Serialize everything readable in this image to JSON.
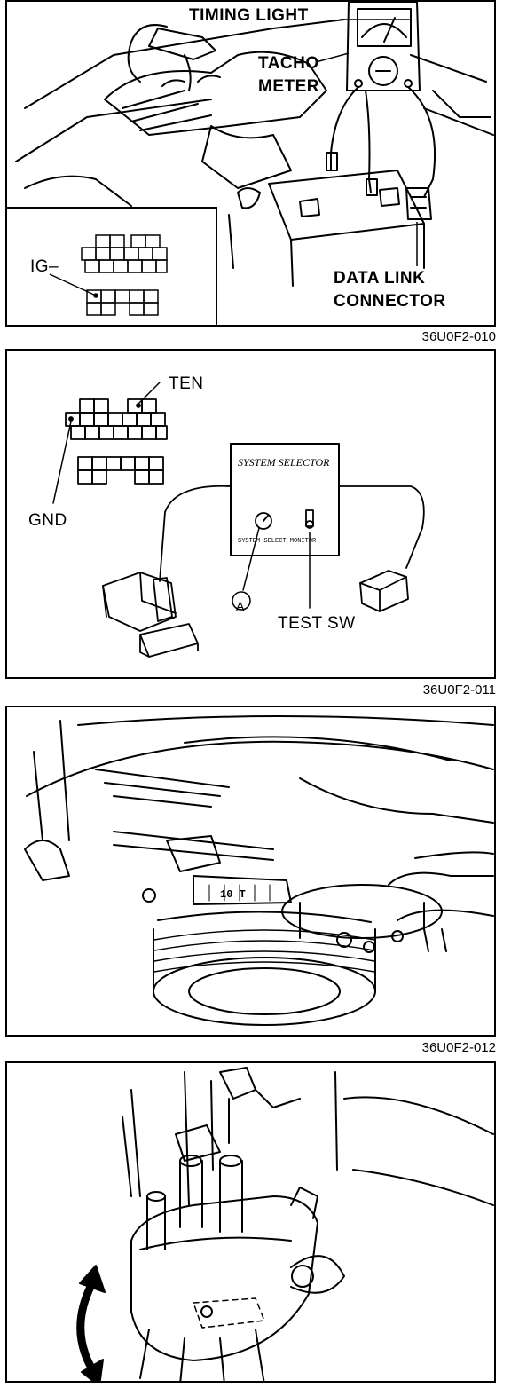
{
  "figures": [
    {
      "code": "36U0F2-010",
      "labels": {
        "timing_light": "TIMING LIGHT",
        "tacho_line1": "TACHO",
        "tacho_line2": "METER",
        "data_link_line1": "DATA LINK",
        "data_link_line2": "CONNECTOR",
        "ig_minus": "IG–"
      }
    },
    {
      "code": "36U0F2-011",
      "labels": {
        "ten": "TEN",
        "gnd": "GND",
        "system_selector": "SYSTEM SELECTOR",
        "system_select_monitor": "SYSTEM SELECT  MONITOR",
        "callout_a": "A",
        "test_sw": "TEST SW"
      }
    },
    {
      "code": "36U0F2-012",
      "labels": {
        "timing_scale": "10   T"
      }
    },
    {
      "code": "",
      "labels": {}
    }
  ],
  "colors": {
    "ink": "#000000",
    "paper": "#ffffff"
  },
  "icons": [
    "timing-light-icon",
    "tachometer-icon",
    "system-selector-icon",
    "rotation-arrow-icon"
  ]
}
